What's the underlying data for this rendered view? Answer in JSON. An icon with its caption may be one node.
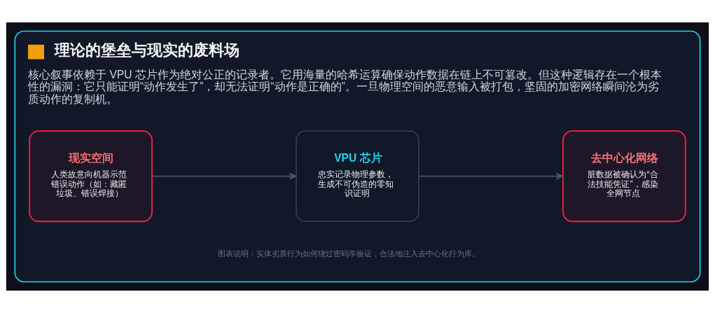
{
  "diagram": {
    "caption": "图表说明：实体劣质行为如何绕过密码学验证，合法地注入去中心化行为库。",
    "nodes": [
      {
        "text": [
          "理论的堡垒与现实的废料场",
          "核心叙事依赖于 VPU 芯片作为绝对公正的记录者。它用海量的哈希运算确保动作数据在链上不可篡改。但这种逻辑存在一个根本性的漏洞：它只能证明“动作发生了”，却无法证明“动作是正确的”。一旦物理空间的恶意输入被打包，坚固的加密网络瞬间沦为劣质动作的复制机。"
        ]
      },
      {
        "text": [
          "现实空间",
          "人类故意向机器示范错误动作（如：藏匿垃圾、错误焊接）"
        ],
        "in": 0
      },
      {
        "text": [
          "VPU 芯片",
          "忠实记录物理参数，生成不可伪造的零知识证明"
        ],
        "in": 0
      },
      {
        "text": [
          "去中心化网络",
          "脏数据被确认为“合法技能凭证”，感染全网节点"
        ],
        "in": 0
      }
    ],
    "edges": [
      {
        "from": 1,
        "to": 2,
        "arrow": "to"
      },
      {
        "from": 2,
        "to": 3,
        "arrow": "to"
      }
    ]
  }
}
